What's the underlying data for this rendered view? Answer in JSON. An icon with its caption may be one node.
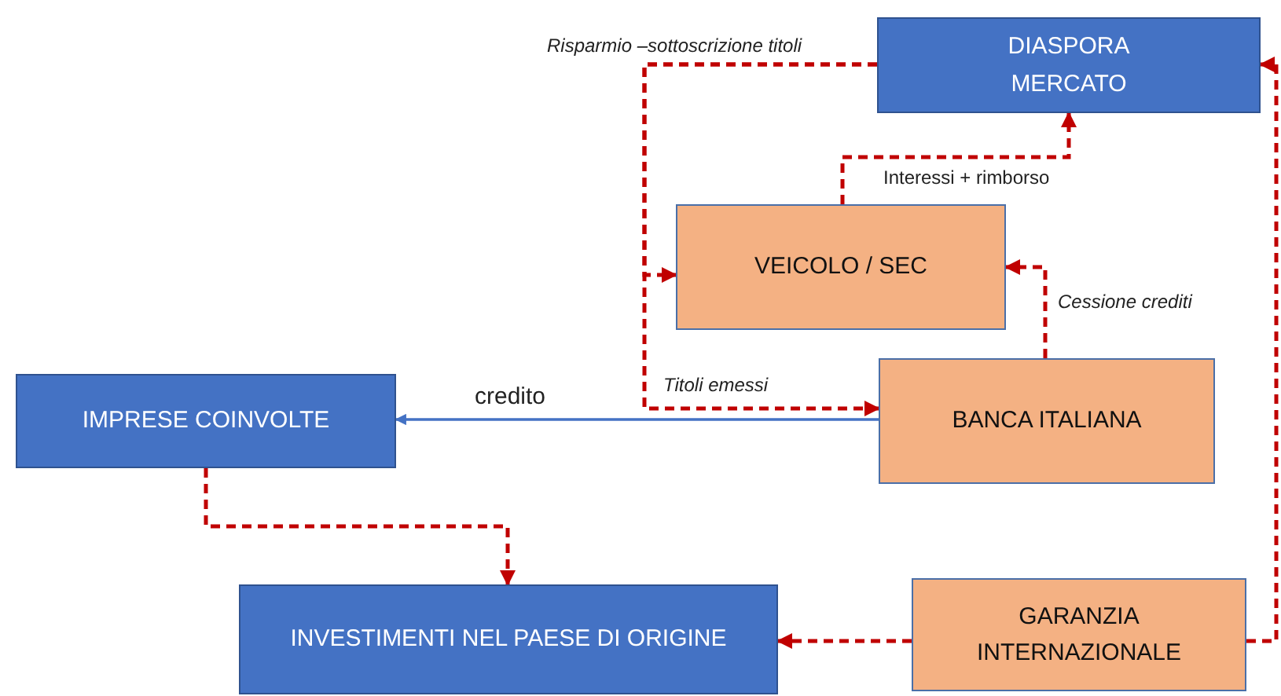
{
  "diagram": {
    "nodes": [
      {
        "text": [
          "DIASPORA MERCATO"
        ]
      },
      {
        "text": [
          "VEICOLO / SEC"
        ]
      },
      {
        "text": [
          "IMPRESE COINVOLTE"
        ]
      },
      {
        "text": [
          "BANCA ITALIANA"
        ]
      },
      {
        "text": [
          "INVESTIMENTI NEL PAESE DI ORIGINE"
        ]
      },
      {
        "text": [
          "GARANZIA INTERNAZIONALE"
        ]
      }
    ],
    "edges": [
      {
        "from": 0,
        "to": 1,
        "arrow": "to",
        "label": "Risparmio –sottoscrizione titoli",
        "style": "dashed",
        "color": "#c00000"
      },
      {
        "from": 0,
        "to": 3,
        "arrow": "to",
        "label": "Titoli emessi",
        "style": "dashed",
        "color": "#c00000"
      },
      {
        "from": 1,
        "to": 0,
        "arrow": "to",
        "label": "Interessi + rimborso",
        "style": "dashed",
        "color": "#c00000"
      },
      {
        "from": 3,
        "to": 1,
        "arrow": "to",
        "label": "Cessione crediti",
        "style": "dashed",
        "color": "#c00000"
      },
      {
        "from": 3,
        "to": 2,
        "arrow": "to",
        "label": "credito",
        "color": "#4472c4"
      },
      {
        "from": 2,
        "to": 4,
        "arrow": "to",
        "style": "dashed",
        "color": "#c00000"
      },
      {
        "from": 5,
        "to": 4,
        "arrow": "to",
        "style": "dashed",
        "color": "#c00000"
      },
      {
        "from": 5,
        "to": 0,
        "arrow": "to",
        "style": "dashed",
        "color": "#c00000"
      }
    ]
  }
}
